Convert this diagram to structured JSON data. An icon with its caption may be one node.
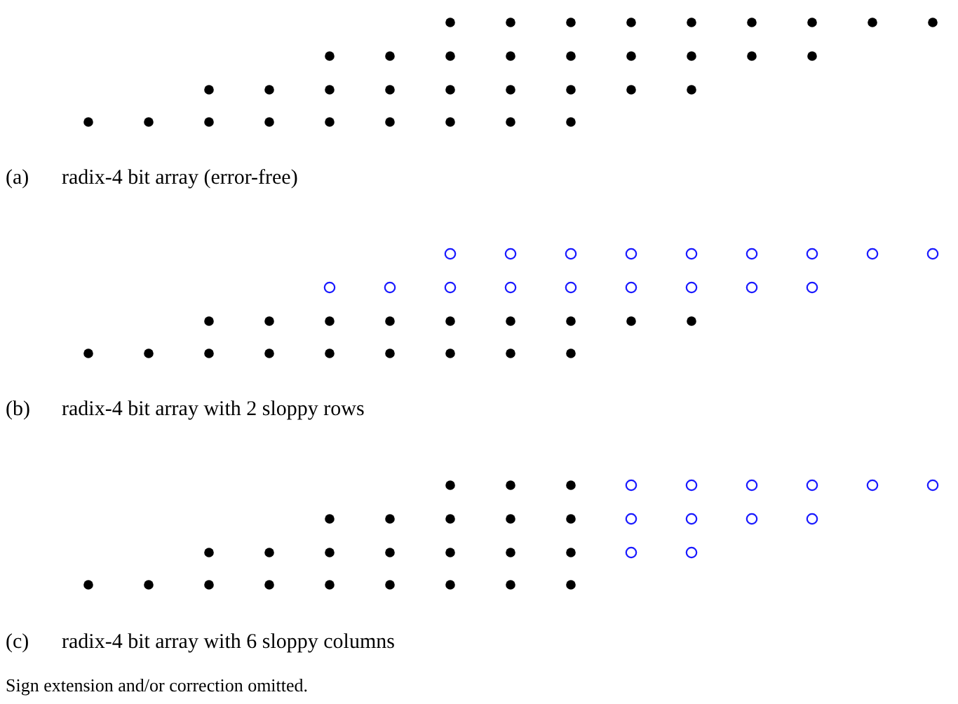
{
  "diagram": {
    "labels": [
      "(a)",
      "radix-4 bit array (error-free)",
      "(b)",
      "radix-4 bit array with 2 sloppy rows",
      "(c)",
      "radix-4 bit array with 6 sloppy columns",
      "Sign extension and/or correction omitted."
    ]
  }
}
